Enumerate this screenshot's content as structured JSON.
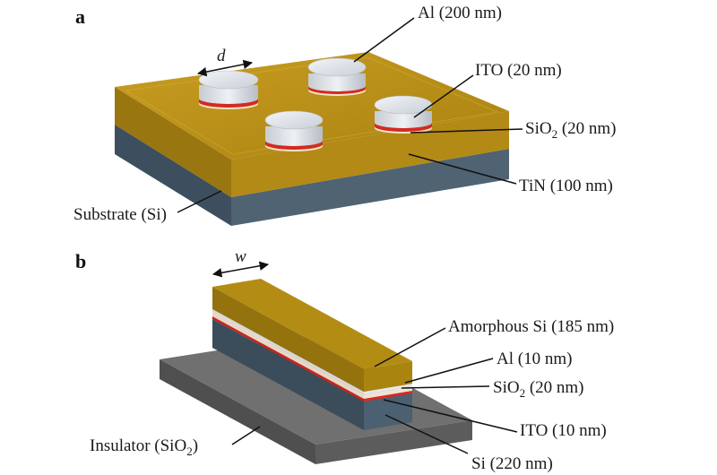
{
  "panels": {
    "a": {
      "letter": "a",
      "dimension": "d",
      "labels": {
        "al": "Al (200 nm)",
        "ito": "ITO (20 nm)",
        "sio2_main": "SiO",
        "sio2_sub": "2",
        "sio2_tail": " (20 nm)",
        "tin": "TiN (100 nm)",
        "substrate": "Substrate (Si)"
      }
    },
    "b": {
      "letter": "b",
      "dimension": "w",
      "labels": {
        "asi": "Amorphous Si (185 nm)",
        "al": "Al (10 nm)",
        "sio2_main": "SiO",
        "sio2_sub": "2",
        "sio2_tail": " (20 nm)",
        "ito": "ITO (10 nm)",
        "si": "Si (220 nm)",
        "insulator_main": "Insulator (SiO",
        "insulator_sub": "2",
        "insulator_tail": ")"
      }
    }
  },
  "colors": {
    "tin_gold": "#b98f1c",
    "substrate_blue": "#4f6373",
    "al_silver": "#d6dbe2",
    "ito_red": "#d42a22",
    "insulator_gray": "#666666"
  }
}
